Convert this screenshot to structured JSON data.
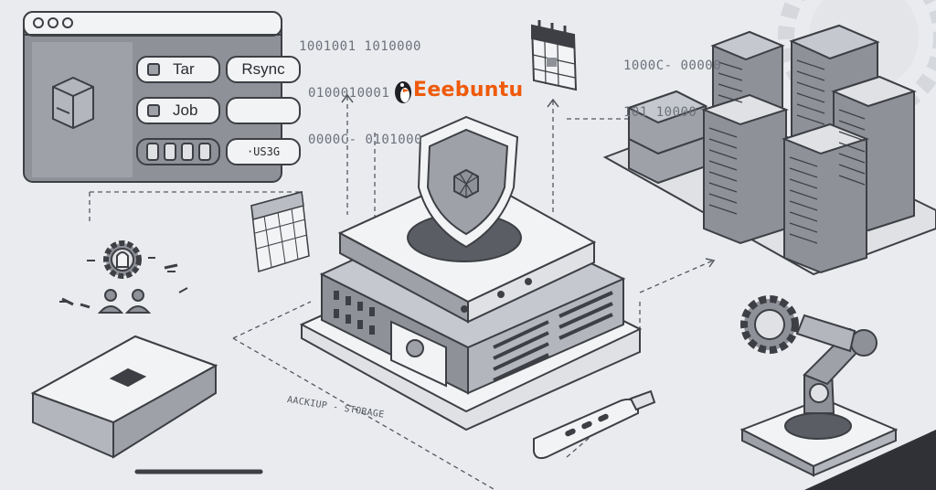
{
  "brand": {
    "name": "Eeebuntu"
  },
  "window_panel": {
    "buttons": [
      {
        "label": "Tar"
      },
      {
        "label": "Rsync"
      },
      {
        "label": "Job"
      },
      {
        "label": ""
      },
      {
        "label": "·US3G"
      }
    ]
  },
  "binary_text": {
    "left_lines": [
      "1001001 1010000",
      "0100010001",
      "0000C- 0101000"
    ],
    "right_lines": [
      "1000C- 00000",
      "101 10000"
    ]
  },
  "caption": "AACKIUP - STORAGE",
  "colors": {
    "brand_orange": "#ef5a0a",
    "line_dark": "#3d3f44",
    "fill_gray": "#9ea1a8",
    "background": "#e9ebef"
  }
}
